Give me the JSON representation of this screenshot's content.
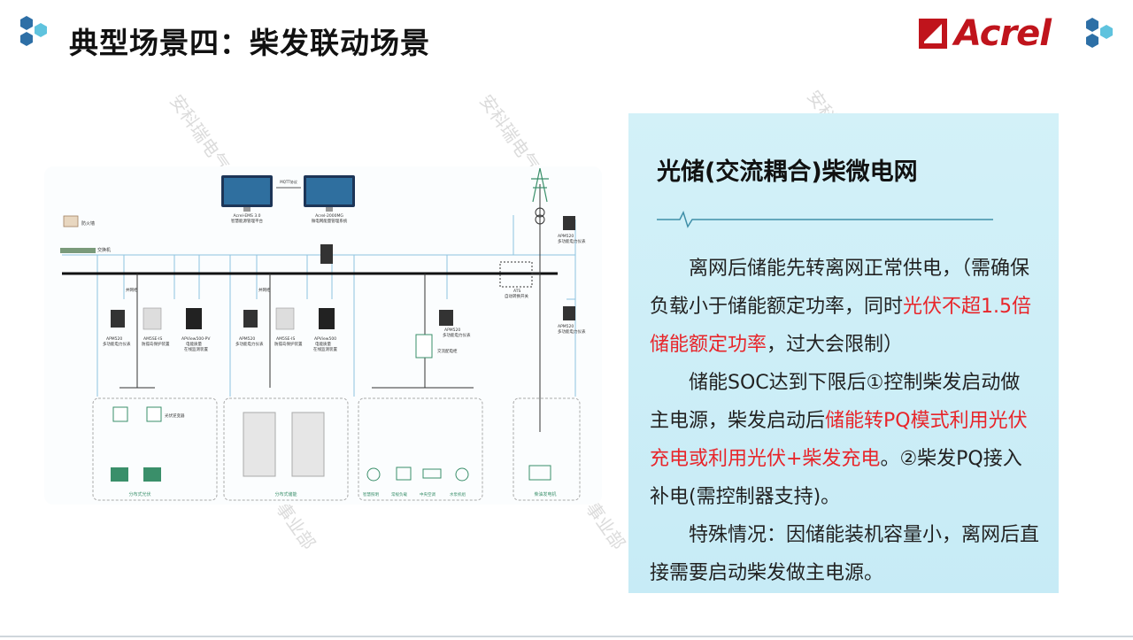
{
  "header": {
    "title": "典型场景四：柴发联动场景",
    "logo_text": "Acrel"
  },
  "watermark": {
    "text1": "安科瑞电气",
    "text2": "安科瑞电气微电网事业部",
    "text3": "事业部"
  },
  "diagram": {
    "mqtt": "MQTT协议",
    "platform1_name": "Acrel-EMS 3.0",
    "platform1_desc": "智慧能源管理平台",
    "platform2_name": "Acrel-2000MG",
    "platform2_desc": "微电网能量管理系统",
    "firewall": "防火墙",
    "switch": "交换机",
    "grid_switch": "并网柜",
    "meter_apm": "APM520",
    "meter_desc": "多功能电力仪表",
    "protect_model": "AM5SE-IS",
    "protect_desc": "防孤岛保护装置",
    "pq1_model": "APView500-PV",
    "pq1_desc1": "电能质量",
    "pq1_desc2": "在线监测装置",
    "pq2_model": "APView500",
    "pq2_desc1": "电能质量",
    "pq2_desc2": "在线监测装置",
    "ats": "ATS",
    "ats_desc": "自动转换开关",
    "ac_cabinet": "交流配电柜",
    "inverter": "光伏逆变器",
    "pv_label": "分布式光伏",
    "storage_label": "分布式储能",
    "load_light": "智慧照明",
    "load_normal": "常规负载",
    "load_ac": "中央空调",
    "load_pump": "水泵机组",
    "diesel_label": "柴油发电机"
  },
  "panel": {
    "title": "光储(交流耦合)柴微电网",
    "p1_a": "离网后储能先转离网正常供电，（需确保负载小于储能额定功率，同时",
    "p1_red": "光伏不超1.5倍储能额定功率",
    "p1_b": "，过大会限制）",
    "p2_a": "储能SOC达到下限后①控制柴发启动做主电源，柴发启动后",
    "p2_red": "储能转PQ模式利用光伏充电或利用光伏+柴发充电",
    "p2_b": "。②柴发PQ接入补电(需控制器支持)。",
    "p3": "特殊情况：因储能装机容量小，离网后直接需要启动柴发做主电源。"
  },
  "colors": {
    "accent_red": "#e8252a",
    "logo_red": "#c0141c",
    "hex_blue": "#2d6fa6",
    "panel_bg": "#cdeef7"
  }
}
